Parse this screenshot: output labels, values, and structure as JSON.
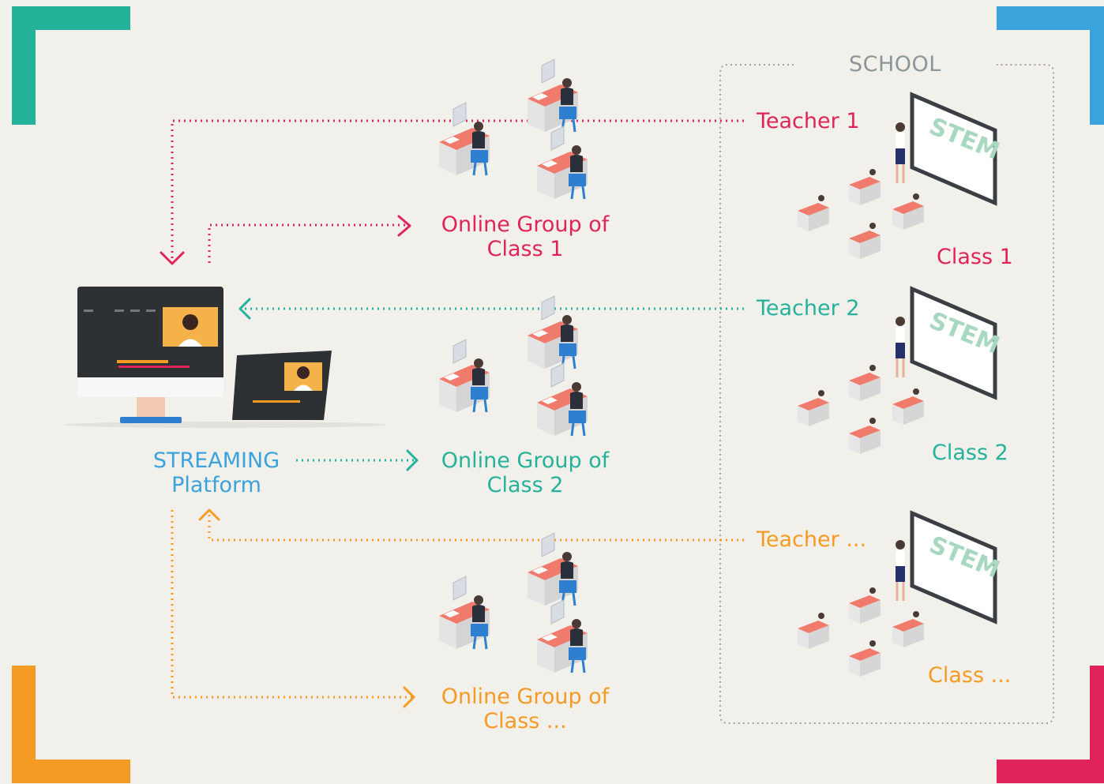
{
  "colors": {
    "red": "#e0245a",
    "teal": "#24b29a",
    "orange": "#f59a23",
    "blue": "#3aa3dc",
    "gray": "#8a9699",
    "background": "#f2f0eb"
  },
  "school": {
    "title": "SCHOOL"
  },
  "platform": {
    "line1": "STREAMING",
    "line2": "Platform"
  },
  "teachers": [
    "Teacher 1",
    "Teacher 2",
    "Teacher ..."
  ],
  "classes": [
    "Class 1",
    "Class 2",
    "Class ..."
  ],
  "online_groups": [
    {
      "line1": "Online Group of",
      "line2": "Class 1"
    },
    {
      "line1": "Online Group of",
      "line2": "Class 2"
    },
    {
      "line1": "Online Group of",
      "line2": "Class ..."
    }
  ],
  "board_text": "STEM",
  "icons": [
    "monitor-icon",
    "tablet-icon",
    "student-desk-icon",
    "whiteboard-icon",
    "teacher-icon",
    "corner-bracket-icon"
  ]
}
